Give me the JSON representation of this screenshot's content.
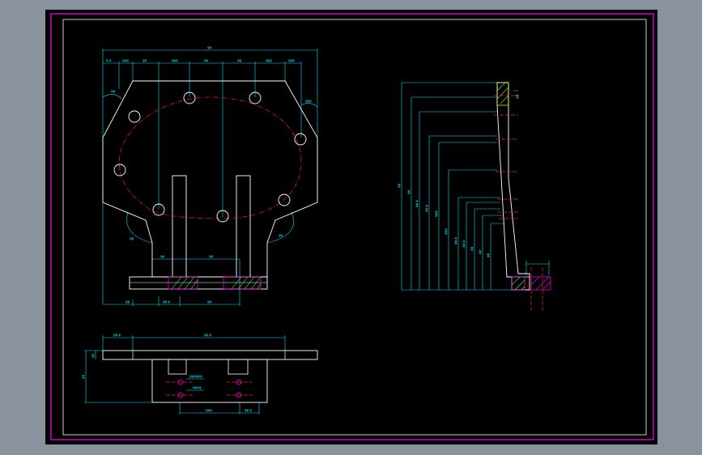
{
  "colors": {
    "background": "#000000",
    "outer_frame": "#ff00ff",
    "inner_frame": "#ffffff",
    "outline": "#ffffff",
    "dimension": "#00e5ff",
    "center_line": "#ff2020",
    "hatch_green": "#55ff55",
    "hatch_yellow": "#ffff00",
    "hatch_magenta": "#ff00ff",
    "gui_gray": "#8a929d"
  },
  "labels": {
    "front_overall_width": "φφ",
    "front_top_dims": [
      "φ φ",
      "φφφ",
      "φφ",
      "φφφ",
      "φφ",
      "φφ",
      "φφφ",
      "φφφ"
    ],
    "front_angle_left": "φφ",
    "front_angle_right": "φφφ",
    "front_radius_left": "φφ",
    "front_radius_right": "φφ",
    "front_mid_dims": [
      "φφ",
      "φφ"
    ],
    "front_bottom_dims": [
      "φφ",
      "φφ.φ",
      "φφ"
    ],
    "side_dims": [
      "φφ",
      "φφ",
      "φφ.φ",
      "φφ.φ",
      "φφφ",
      "φφφ",
      "φφ.φ",
      "φφ.φ",
      "φφ",
      "φφ",
      "φφ"
    ],
    "side_top_dim": "φφ",
    "bottom_top_left": "φφ.φ",
    "bottom_top_right": "φφ.φ",
    "bottom_left_vertical": "φφ",
    "bottom_left_small": "φφ",
    "bottom_dims": [
      "φφφ",
      "φφ.φ"
    ],
    "bottom_leaders": [
      "φφφφφφ",
      "φφφφ"
    ]
  }
}
